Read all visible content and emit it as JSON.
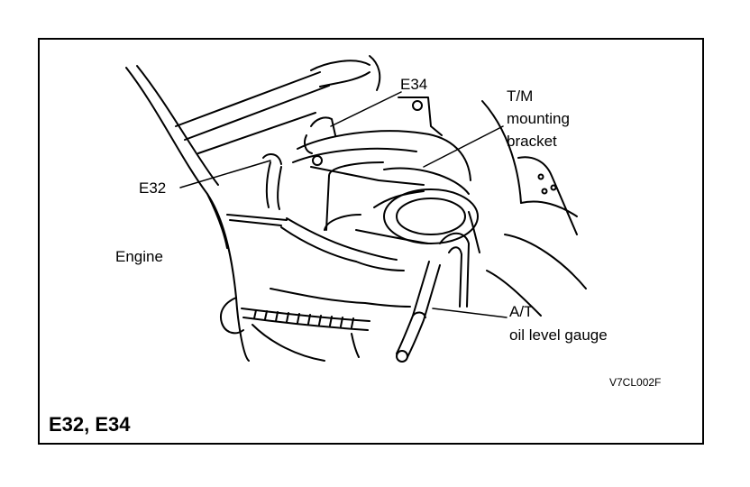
{
  "callouts": {
    "e34": "E34",
    "e32": "E32",
    "tm_bracket_line1": "T/M",
    "tm_bracket_line2": "mounting",
    "tm_bracket_line3": "bracket",
    "engine": "Engine",
    "at_gauge_line1": "A/T",
    "at_gauge_line2": "oil level gauge"
  },
  "figure_code": "V7CL002F",
  "caption": "E32, E34",
  "colors": {
    "ink": "#000000",
    "paper": "#ffffff"
  }
}
